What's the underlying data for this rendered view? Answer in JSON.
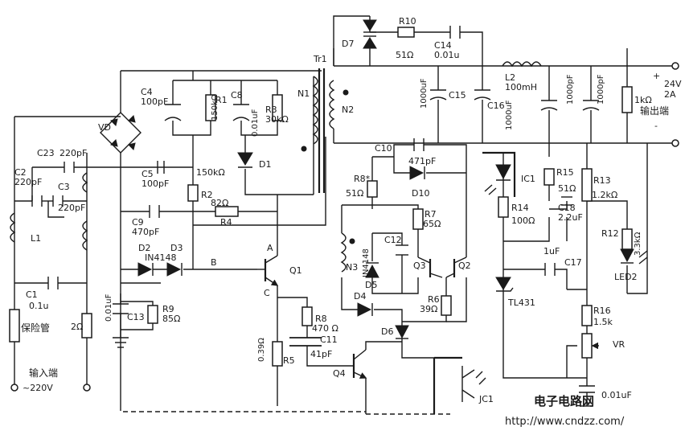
{
  "labels": {
    "C4": "C4",
    "C4v": "100pF",
    "R1": "R1",
    "R1v": "150kΩ",
    "C8": "C8",
    "C8v": "0.01uF",
    "R3": "R3",
    "R3v": "30kΩ",
    "D1": "D1",
    "Tr1": "Tr1",
    "N1": "N1",
    "N2": "N2",
    "N3": "N3",
    "VD": "VD",
    "C23": "C23",
    "C23v": "220pF",
    "C2": "C2",
    "C2v": "220pF",
    "C3": "C3",
    "C3v": "220pF",
    "L1": "L1",
    "C5": "C5",
    "C5v": "100pF",
    "R150": "150kΩ",
    "R2": "R2",
    "C9": "C9",
    "C9v": "470pF",
    "R82": "82Ω",
    "R4": "R4",
    "D2": "D2",
    "IN4148": "IN4148",
    "D3": "D3",
    "A": "A",
    "B": "B",
    "C": "C",
    "Q1": "Q1",
    "C1": "C1",
    "C1v": "0.1u",
    "C13v": "0.01uF",
    "C13": "C13",
    "R9": "R9",
    "R9v": "85Ω",
    "fuse": "保险管",
    "R2ohm": "2Ω",
    "input": "输入端",
    "input_v": "~220V",
    "R039": "0.39Ω",
    "R5": "R5",
    "R8": "R8",
    "R8v": "470 Ω",
    "C11": "C11",
    "C11v": "41pF",
    "Q4": "Q4",
    "D7": "D7",
    "R10": "R10",
    "R10v": "51Ω",
    "C14": "C14",
    "C14v": "0.01u",
    "C15v": "1000uF",
    "C15": "C15",
    "C16": "C16",
    "C16v": "1000uF",
    "L2": "L2",
    "L2v": "100mH",
    "C_out1": "1000pF",
    "C_out2": "1000pF",
    "R_1k": "1kΩ",
    "out_v": "24V",
    "out_a": "2A",
    "out_label": "输出端",
    "plus": "+",
    "minus": "-",
    "C10": "C10",
    "C10v": "471pF",
    "R8s": "R8*",
    "R8sv": "51Ω",
    "D10": "D10",
    "R7": "R7",
    "R7v": "65Ω",
    "IN4148b": "IN4148",
    "C12": "C12",
    "D5": "D5",
    "Q3": "Q3",
    "Q2": "Q2",
    "R6": "R6",
    "R6v": "39Ω",
    "D4": "D4",
    "D6": "D6",
    "IC1": "IC1",
    "R15": "R15",
    "R15v": "51Ω",
    "R13": "R13",
    "R13v": "1.2kΩ",
    "R14": "R14",
    "R14v": "100Ω",
    "C18": "C18",
    "C18v": "2.2uF",
    "R12": "R12",
    "R12v": "3.3kΩ",
    "C17v": "1uF",
    "C17": "C17",
    "LED2": "LED2",
    "TL431": "TL431",
    "R16": "R16",
    "R16v": "1.5k",
    "VR": "VR",
    "C_001": "0.01uF",
    "JC1": "JC1"
  },
  "watermark": {
    "site_cn": "电子电路网",
    "url": "http://www.cndzz.com/"
  }
}
